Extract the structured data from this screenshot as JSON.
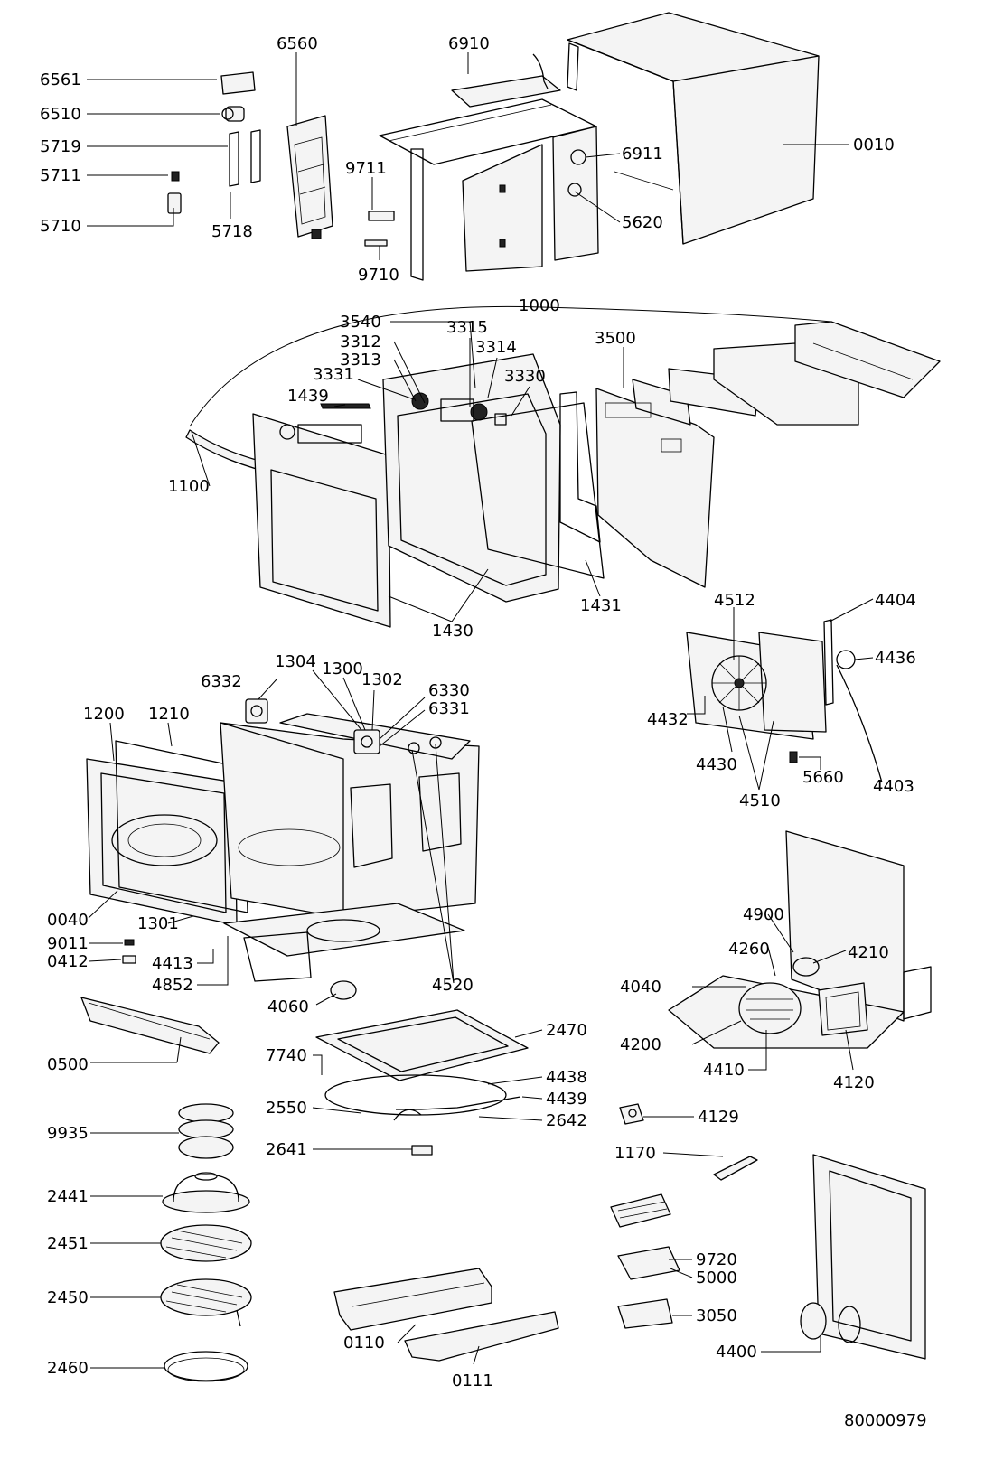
{
  "labels": {
    "l6561": "6561",
    "l6510": "6510",
    "l5719": "5719",
    "l5711": "5711",
    "l5710": "5710",
    "l6560": "6560",
    "l5718": "5718",
    "l9711": "9711",
    "l9710": "9710",
    "l6910": "6910",
    "l6911": "6911",
    "l5620": "5620",
    "l0010": "0010",
    "l1000": "1000",
    "l3540": "3540",
    "l3312": "3312",
    "l3313": "3313",
    "l3315": "3315",
    "l3314": "3314",
    "l3331": "3331",
    "l3330": "3330",
    "l1439": "1439",
    "l3500": "3500",
    "l1100": "1100",
    "l1430": "1430",
    "l1431": "1431",
    "l4512": "4512",
    "l4404": "4404",
    "l4436": "4436",
    "l4432": "4432",
    "l4430": "4430",
    "l5660": "5660",
    "l4510": "4510",
    "l4403": "4403",
    "l6332": "6332",
    "l1304": "1304",
    "l1300": "1300",
    "l1302": "1302",
    "l6330": "6330",
    "l6331": "6331",
    "l1200": "1200",
    "l1210": "1210",
    "l0040": "0040",
    "l1301": "1301",
    "l9011": "9011",
    "l0412": "0412",
    "l4413": "4413",
    "l4852": "4852",
    "l4520": "4520",
    "l4060": "4060",
    "l4900": "4900",
    "l4260": "4260",
    "l4210": "4210",
    "l4040": "4040",
    "l4200": "4200",
    "l4410": "4410",
    "l4120": "4120",
    "l0500": "0500",
    "l2470": "2470",
    "l7740": "7740",
    "l4438": "4438",
    "l2550": "2550",
    "l4439": "4439",
    "l2642": "2642",
    "l9935": "9935",
    "l2641": "2641",
    "l4129": "4129",
    "l1170": "1170",
    "l2441": "2441",
    "l2451": "2451",
    "l9720": "9720",
    "l5000": "5000",
    "l2450": "2450",
    "l3050": "3050",
    "l0110": "0110",
    "l4400": "4400",
    "l2460": "2460",
    "l0111": "0111",
    "docnum": "80000979"
  }
}
